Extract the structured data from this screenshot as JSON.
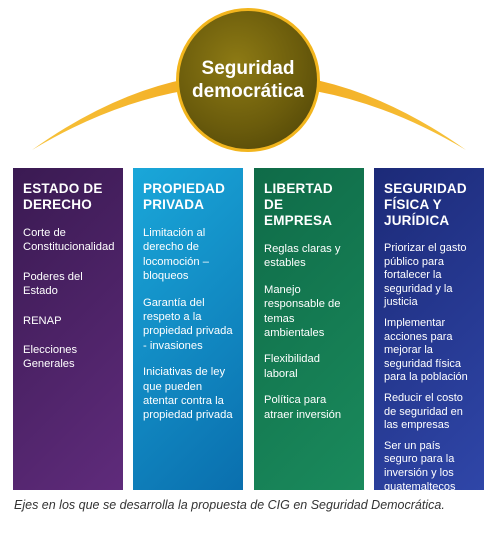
{
  "center": {
    "line1": "Seguridad",
    "line2": "democrática"
  },
  "columns": [
    {
      "title_line1": "ESTADO DE",
      "title_line2": "DERECHO",
      "title_line3": "",
      "items": [
        "Corte de Constitucionalidad",
        "Poderes del Estado",
        "RENAP",
        "Elecciones Generales"
      ]
    },
    {
      "title_line1": "PROPIEDAD",
      "title_line2": "PRIVADA",
      "title_line3": "",
      "items": [
        "Limitación al derecho de locomoción – bloqueos",
        "Garantía del respeto a la propiedad privada - invasiones",
        "Iniciativas de ley que pueden atentar contra la propiedad privada"
      ]
    },
    {
      "title_line1": "LIBERTAD DE",
      "title_line2": "EMPRESA",
      "title_line3": "",
      "items": [
        "Reglas claras y estables",
        "Manejo responsable de temas ambientales",
        "Flexibilidad laboral",
        "Política para atraer inversión"
      ]
    },
    {
      "title_line1": "SEGURIDAD",
      "title_line2": "FÍSICA Y",
      "title_line3": "JURÍDICA",
      "items": [
        "Priorizar el gasto público para fortalecer la seguridad y la justicia",
        "Implementar acciones para mejorar la seguridad física para la población",
        "Reducir el costo de seguridad en las empresas",
        "Ser un país seguro para la inversión y los guatemaltecos"
      ]
    }
  ],
  "caption": "Ejes en los que se desarrolla la propuesta de CIG en Seguridad Democrática.",
  "colors": {
    "arc": "#f2a81d",
    "hub": "#6b5c0c",
    "col1": "#4a2266",
    "col2": "#1790cb",
    "col3": "#137a52",
    "col4": "#24358f"
  }
}
